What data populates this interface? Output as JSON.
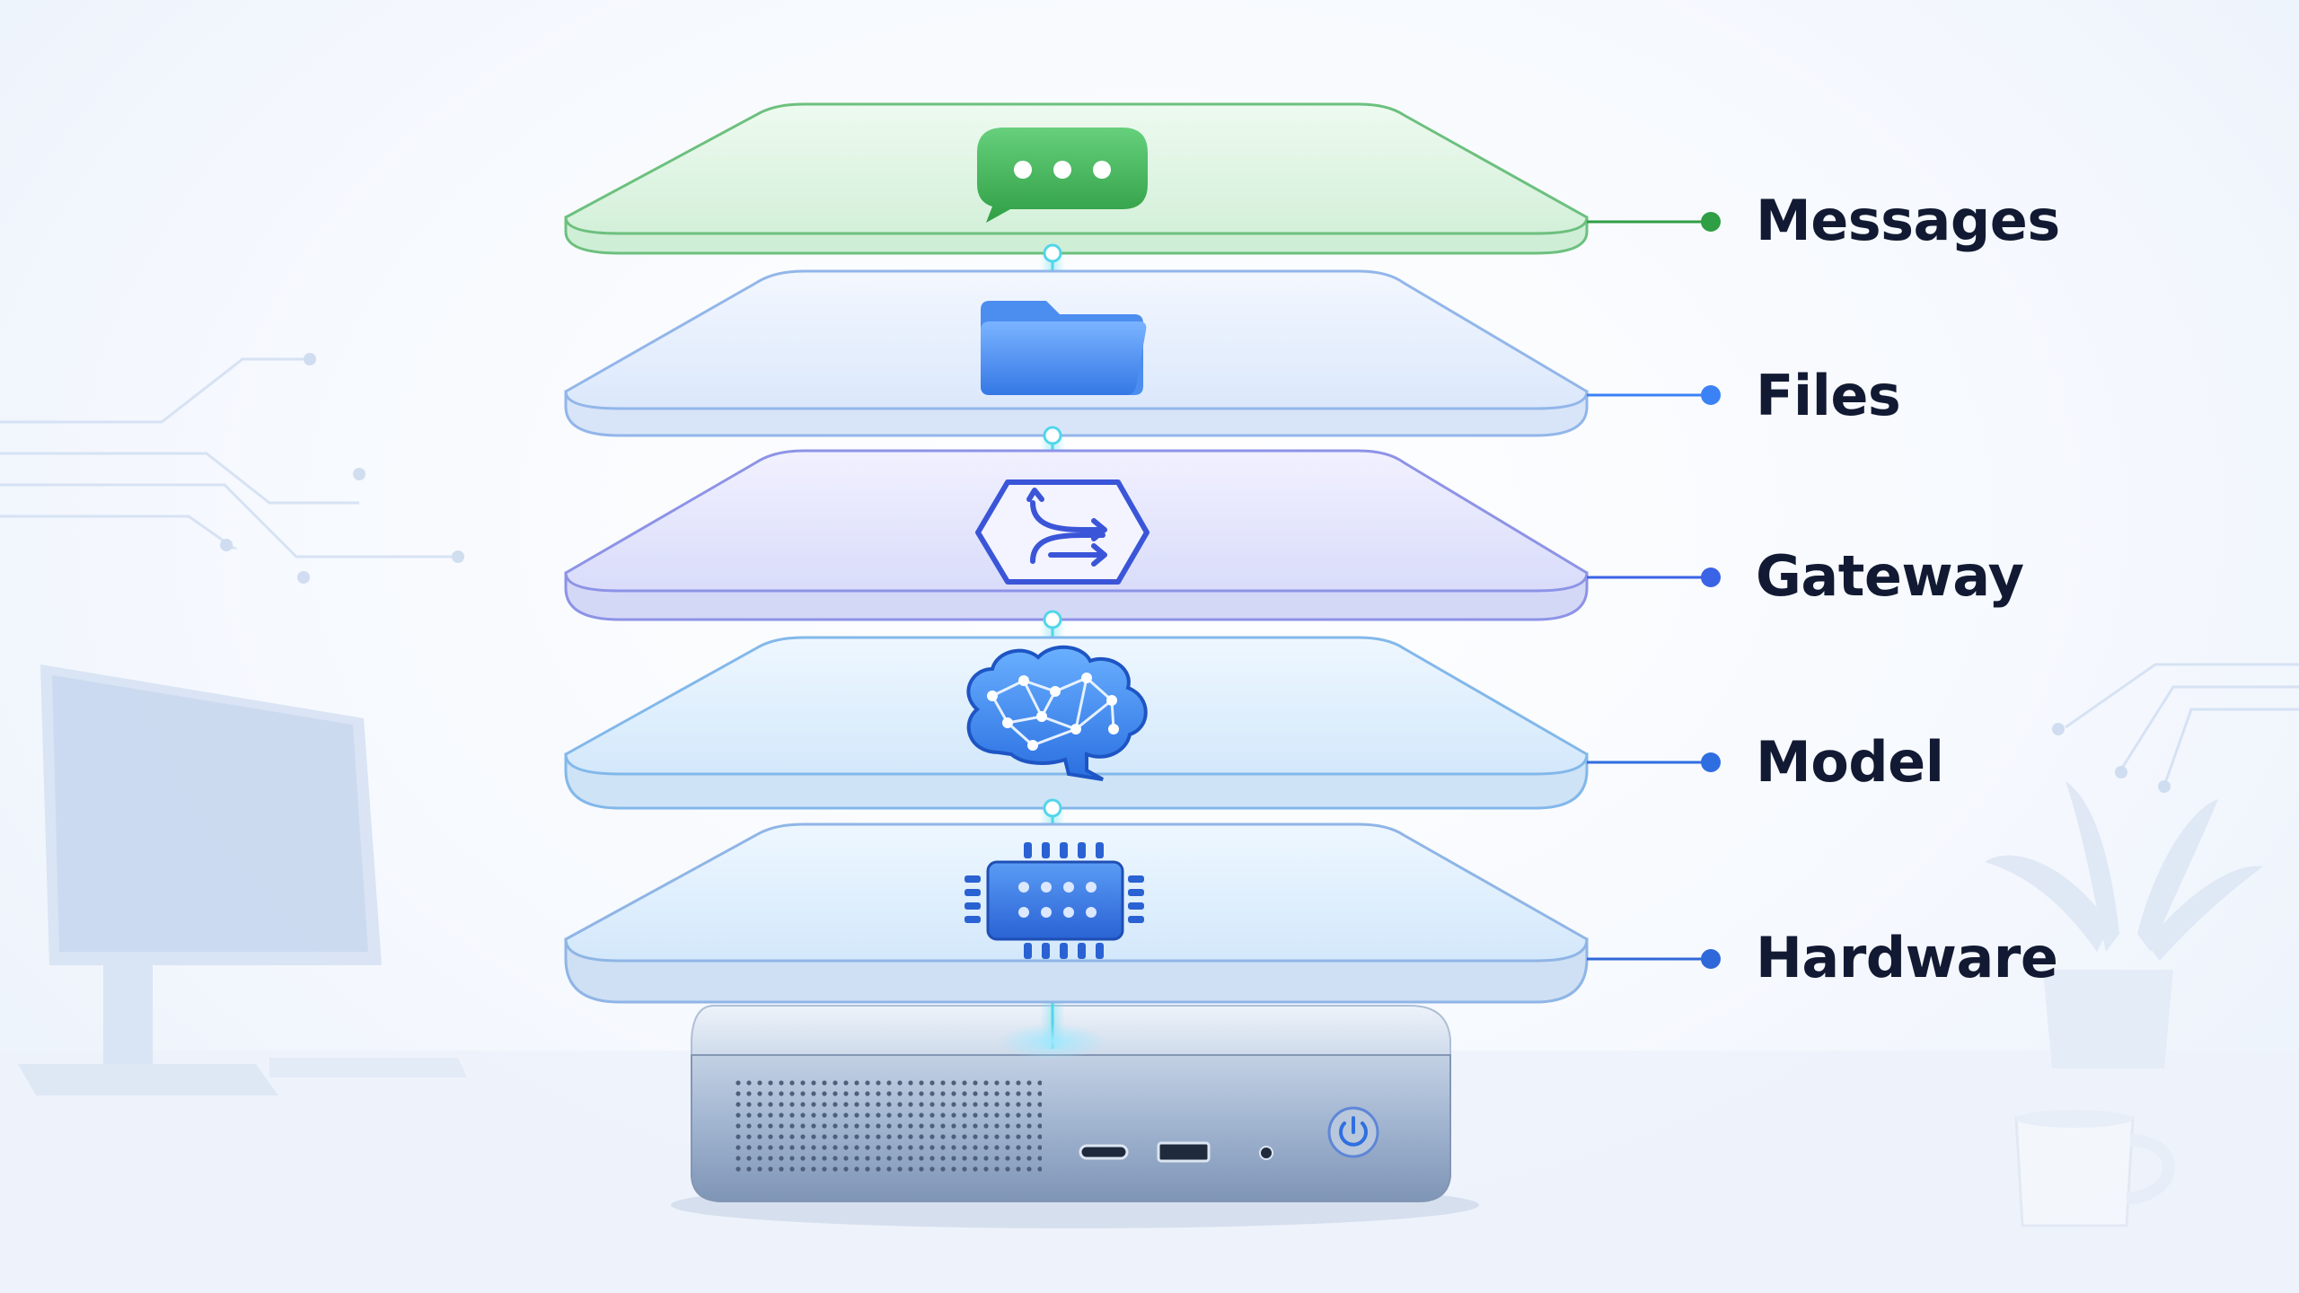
{
  "colors": {
    "messages": "#2f9e44",
    "files": "#3b82f6",
    "gateway": "#3b63e6",
    "model": "#2f6ee0",
    "hardware": "#2f68d8",
    "label_text": "#121a33"
  },
  "layers": [
    {
      "id": "messages",
      "label": "Messages",
      "icon": "chat-bubble-icon"
    },
    {
      "id": "files",
      "label": "Files",
      "icon": "folder-icon"
    },
    {
      "id": "gateway",
      "label": "Gateway",
      "icon": "gateway-routing-icon"
    },
    {
      "id": "model",
      "label": "Model",
      "icon": "brain-network-icon"
    },
    {
      "id": "hardware",
      "label": "Hardware",
      "icon": "cpu-chip-icon"
    }
  ],
  "device": {
    "icons": [
      "speaker-grille",
      "usb-c-port-icon",
      "usb-a-port-icon",
      "audio-jack-icon",
      "power-button-icon"
    ]
  },
  "background": {
    "icons": [
      "desktop-monitor-icon",
      "potted-plant-icon",
      "coffee-mug-icon",
      "circuit-lines-icon"
    ]
  }
}
